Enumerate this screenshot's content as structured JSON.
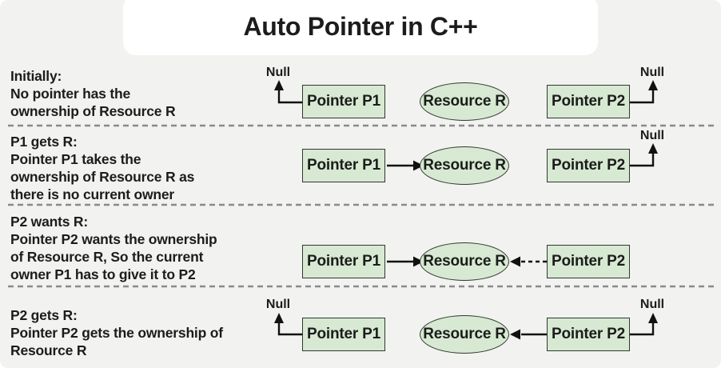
{
  "title": "Auto Pointer in C++",
  "nodes": {
    "p1": "Pointer P1",
    "p2": "Pointer P2",
    "resource": "Resource R",
    "null_label": "Null"
  },
  "colors": {
    "background": "#f2f2f1",
    "title_bg": "#ffffff",
    "node_fill": "#d7e9d2",
    "node_border": "#2f3a2d",
    "text": "#1c1c1c",
    "arrow": "#111111",
    "divider": "#8a8a8a"
  },
  "rows": [
    {
      "name": "initially",
      "description": "Initially:\nNo pointer has the\nownership of Resource R"
    },
    {
      "name": "p1-gets-r",
      "description": "P1 gets R:\nPointer P1 takes the\nownership of Resource R as\nthere is no current owner"
    },
    {
      "name": "p2-wants-r",
      "description": "P2 wants R:\nPointer P2 wants the ownership\nof Resource R, So the current\nowner P1 has to give it to P2"
    },
    {
      "name": "p2-gets-r",
      "description": "P2 gets R:\nPointer P2 gets the ownership of\nResource R"
    }
  ]
}
